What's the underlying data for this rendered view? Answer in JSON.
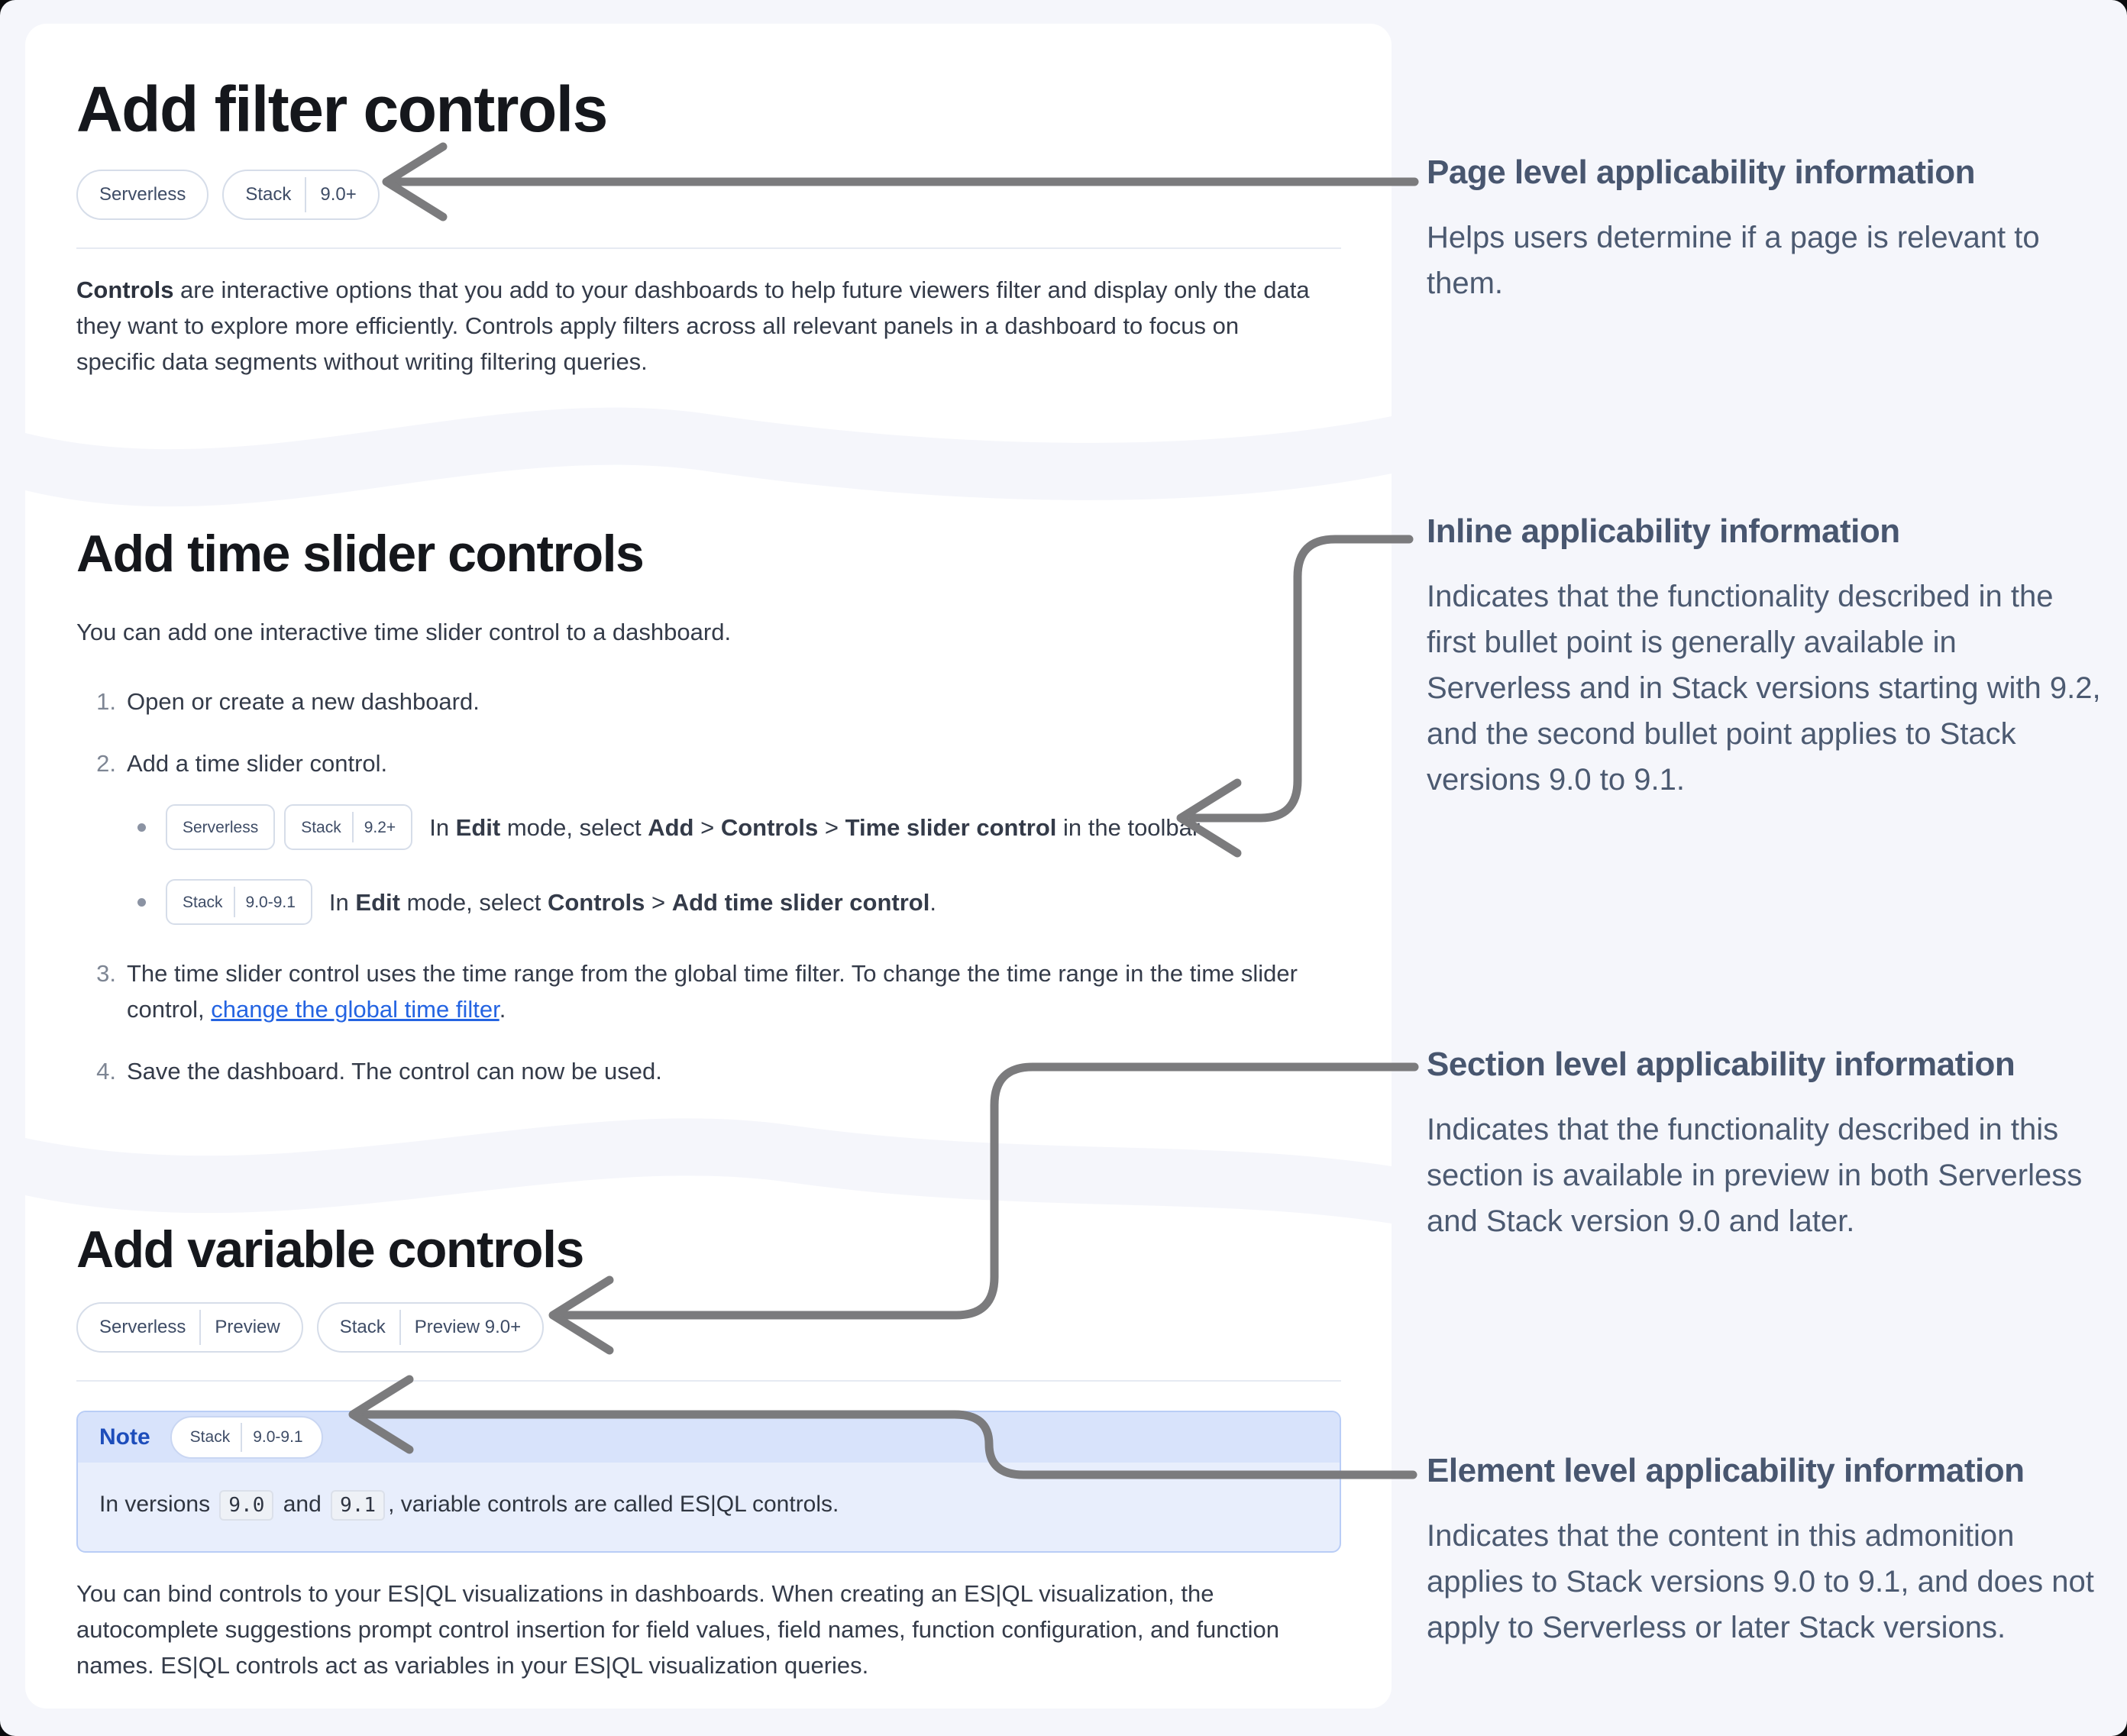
{
  "colors": {
    "page_bg": "#f5f6fb",
    "card_bg": "#ffffff",
    "heading": "#15171c",
    "body_text": "#343b49",
    "annotation_text": "#4c5a71",
    "arrow": "#7b7b7d",
    "link": "#2464e2",
    "note_border": "#b9cdf6",
    "note_header_bg": "#d8e3fb",
    "note_body_bg": "#e8eefc",
    "note_label": "#1d4dbb",
    "badge_border": "#d6dde9",
    "badge_text": "#3e4c66"
  },
  "section_filter": {
    "title": "Add filter controls",
    "badge_serverless": "Serverless",
    "badge_stack_label": "Stack",
    "badge_stack_version": "9.0+",
    "paragraph": [
      {
        "t": "Controls",
        "b": true
      },
      {
        "t": " are interactive options that you add to your dashboards to help future viewers filter and display only the data they want to explore more efficiently. Controls apply filters across all relevant panels in a dashboard to focus on specific data segments without writing filtering queries."
      }
    ]
  },
  "section_time_slider": {
    "title": "Add time slider controls",
    "intro": "You can add one interactive time slider control to a dashboard.",
    "step1_num": "1.",
    "step1": "Open or create a new dashboard.",
    "step2_num": "2.",
    "step2": "Add a time slider control.",
    "sub1_badge_serverless": "Serverless",
    "sub1_badge_stack_label": "Stack",
    "sub1_badge_stack_version": "9.2+",
    "sub1_text": [
      {
        "t": "In "
      },
      {
        "t": "Edit",
        "b": true
      },
      {
        "t": " mode, select "
      },
      {
        "t": "Add",
        "b": true
      },
      {
        "t": " > "
      },
      {
        "t": "Controls",
        "b": true
      },
      {
        "t": " > "
      },
      {
        "t": "Time slider control",
        "b": true
      },
      {
        "t": " in the toolbar."
      }
    ],
    "sub2_badge_stack_label": "Stack",
    "sub2_badge_stack_version": "9.0-9.1",
    "sub2_text": [
      {
        "t": "In "
      },
      {
        "t": "Edit",
        "b": true
      },
      {
        "t": " mode, select "
      },
      {
        "t": "Controls",
        "b": true
      },
      {
        "t": " > "
      },
      {
        "t": "Add time slider control",
        "b": true
      },
      {
        "t": "."
      }
    ],
    "step3_num": "3.",
    "step3": [
      {
        "t": "The time slider control uses the time range from the global time filter. To change the time range in the time slider control, "
      },
      {
        "t": "change the global time filter",
        "link": true
      },
      {
        "t": "."
      }
    ],
    "step4_num": "4.",
    "step4": "Save the dashboard. The control can now be used."
  },
  "section_variable": {
    "title": "Add variable controls",
    "badge1_serverless": "Serverless",
    "badge1_preview": "Preview",
    "badge2_stack_label": "Stack",
    "badge2_stack_version": "Preview 9.0+",
    "note_label": "Note",
    "note_badge_stack_label": "Stack",
    "note_badge_stack_version": "9.0-9.1",
    "note_body": [
      {
        "t": "In versions "
      },
      {
        "t": "9.0",
        "code": true
      },
      {
        "t": " and "
      },
      {
        "t": "9.1",
        "code": true
      },
      {
        "t": ", variable controls are called ES|QL controls."
      }
    ],
    "paragraph": "You can bind controls to your ES|QL visualizations in dashboards. When creating an ES|QL visualization, the autocomplete suggestions prompt control insertion for field values, field names, function configuration, and function names. ES|QL controls act as variables in your ES|QL visualization queries."
  },
  "annotations": [
    {
      "title": "Page level applicability information",
      "body": "Helps users determine if a page is relevant to them."
    },
    {
      "title": "Inline applicability information",
      "body": "Indicates that the functionality described in the first bullet point is generally available in Serverless and in Stack versions starting with 9.2, and the second bullet point applies to Stack versions 9.0 to 9.1."
    },
    {
      "title": "Section level applicability information",
      "body": "Indicates that the functionality described in this section is available in preview in both Serverless and Stack version 9.0 and later."
    },
    {
      "title": "Element level applicability information",
      "body": "Indicates that the content in this admonition applies to Stack versions 9.0 to 9.1, and does not apply to Serverless or later Stack versions."
    }
  ]
}
